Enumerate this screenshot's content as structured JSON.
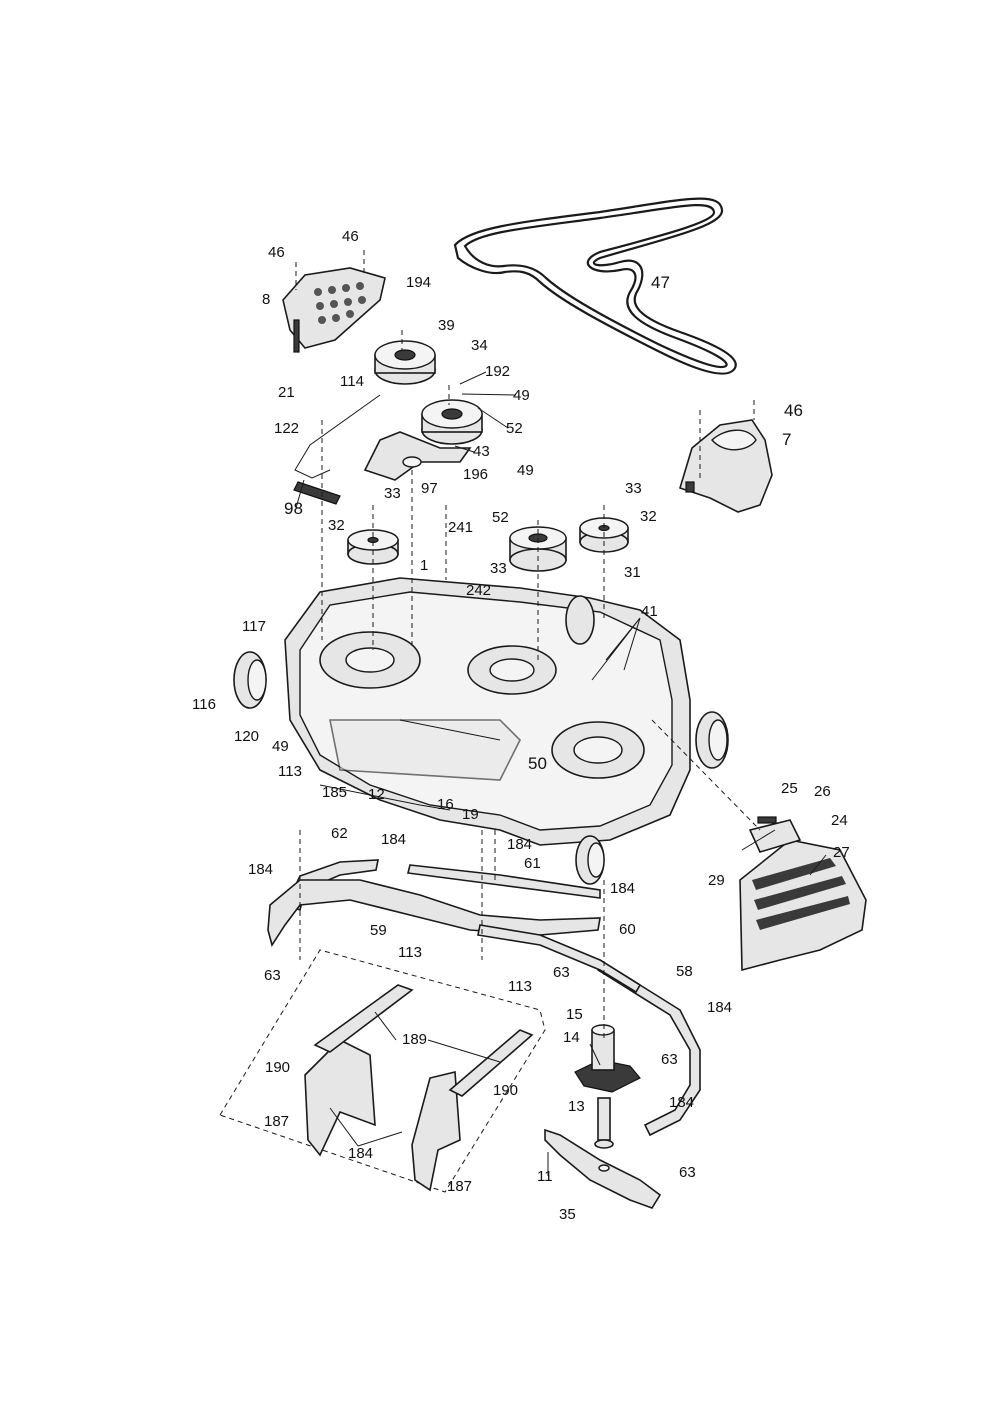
{
  "callouts": [
    {
      "id": "c-46a",
      "label": "46"
    },
    {
      "id": "c-46b",
      "label": "46"
    },
    {
      "id": "c-194",
      "label": "194"
    },
    {
      "id": "c-8",
      "label": "8"
    },
    {
      "id": "c-39",
      "label": "39"
    },
    {
      "id": "c-34",
      "label": "34"
    },
    {
      "id": "c-192",
      "label": "192"
    },
    {
      "id": "c-49a",
      "label": "49"
    },
    {
      "id": "c-52a",
      "label": "52"
    },
    {
      "id": "c-21",
      "label": "21"
    },
    {
      "id": "c-114",
      "label": "114"
    },
    {
      "id": "c-122",
      "label": "122"
    },
    {
      "id": "c-43",
      "label": "43"
    },
    {
      "id": "c-196",
      "label": "196"
    },
    {
      "id": "c-97",
      "label": "97"
    },
    {
      "id": "c-98",
      "label": "98"
    },
    {
      "id": "c-33a",
      "label": "33"
    },
    {
      "id": "c-32a",
      "label": "32"
    },
    {
      "id": "c-47",
      "label": "47"
    },
    {
      "id": "c-46c",
      "label": "46"
    },
    {
      "id": "c-7",
      "label": "7"
    },
    {
      "id": "c-49b",
      "label": "49"
    },
    {
      "id": "c-33b",
      "label": "33"
    },
    {
      "id": "c-52b",
      "label": "52"
    },
    {
      "id": "c-32b",
      "label": "32"
    },
    {
      "id": "c-241",
      "label": "241"
    },
    {
      "id": "c-1",
      "label": "1"
    },
    {
      "id": "c-242",
      "label": "242"
    },
    {
      "id": "c-33c",
      "label": "33"
    },
    {
      "id": "c-31",
      "label": "31"
    },
    {
      "id": "c-41",
      "label": "41"
    },
    {
      "id": "c-117",
      "label": "117"
    },
    {
      "id": "c-116",
      "label": "116"
    },
    {
      "id": "c-120",
      "label": "120"
    },
    {
      "id": "c-49c",
      "label": "49"
    },
    {
      "id": "c-113a",
      "label": "113"
    },
    {
      "id": "c-185",
      "label": "185"
    },
    {
      "id": "c-50",
      "label": "50"
    },
    {
      "id": "c-12",
      "label": "12"
    },
    {
      "id": "c-16",
      "label": "16"
    },
    {
      "id": "c-19",
      "label": "19"
    },
    {
      "id": "c-184a",
      "label": "184"
    },
    {
      "id": "c-184b",
      "label": "184"
    },
    {
      "id": "c-62",
      "label": "62"
    },
    {
      "id": "c-184c",
      "label": "184"
    },
    {
      "id": "c-61",
      "label": "61"
    },
    {
      "id": "c-184d",
      "label": "184"
    },
    {
      "id": "c-25",
      "label": "25"
    },
    {
      "id": "c-26",
      "label": "26"
    },
    {
      "id": "c-24",
      "label": "24"
    },
    {
      "id": "c-27",
      "label": "27"
    },
    {
      "id": "c-29",
      "label": "29"
    },
    {
      "id": "c-59",
      "label": "59"
    },
    {
      "id": "c-113b",
      "label": "113"
    },
    {
      "id": "c-63a",
      "label": "63"
    },
    {
      "id": "c-113c",
      "label": "113"
    },
    {
      "id": "c-63b",
      "label": "63"
    },
    {
      "id": "c-60",
      "label": "60"
    },
    {
      "id": "c-58",
      "label": "58"
    },
    {
      "id": "c-15",
      "label": "15"
    },
    {
      "id": "c-184e",
      "label": "184"
    },
    {
      "id": "c-189",
      "label": "189"
    },
    {
      "id": "c-14",
      "label": "14"
    },
    {
      "id": "c-63c",
      "label": "63"
    },
    {
      "id": "c-190a",
      "label": "190"
    },
    {
      "id": "c-190b",
      "label": "190"
    },
    {
      "id": "c-187a",
      "label": "187"
    },
    {
      "id": "c-13",
      "label": "13"
    },
    {
      "id": "c-184f",
      "label": "184"
    },
    {
      "id": "c-184g",
      "label": "184"
    },
    {
      "id": "c-11",
      "label": "11"
    },
    {
      "id": "c-63d",
      "label": "63"
    },
    {
      "id": "c-187b",
      "label": "187"
    },
    {
      "id": "c-35",
      "label": "35"
    }
  ]
}
